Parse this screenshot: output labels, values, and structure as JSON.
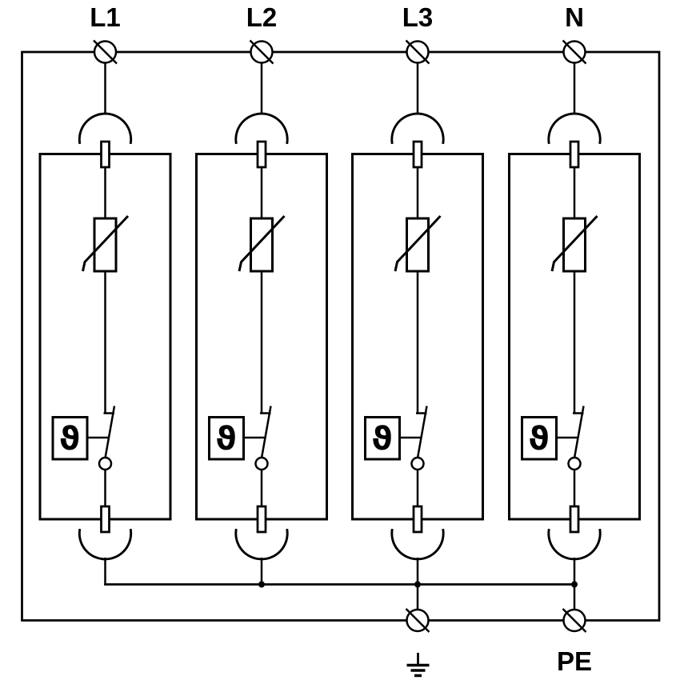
{
  "labels": {
    "top": [
      "L1",
      "L2",
      "L3",
      "N"
    ],
    "pe": "PE"
  },
  "icons": {
    "temperature_sensor": "ϑ",
    "terminal": "screw-terminal-circle-with-slash",
    "earth": "iec-earth-ground-symbol",
    "varistor": "varistor-rect-with-diagonal",
    "plug_contact": "plug-in-contact-arc"
  },
  "colors": {
    "line": "#000000",
    "background": "#ffffff"
  }
}
